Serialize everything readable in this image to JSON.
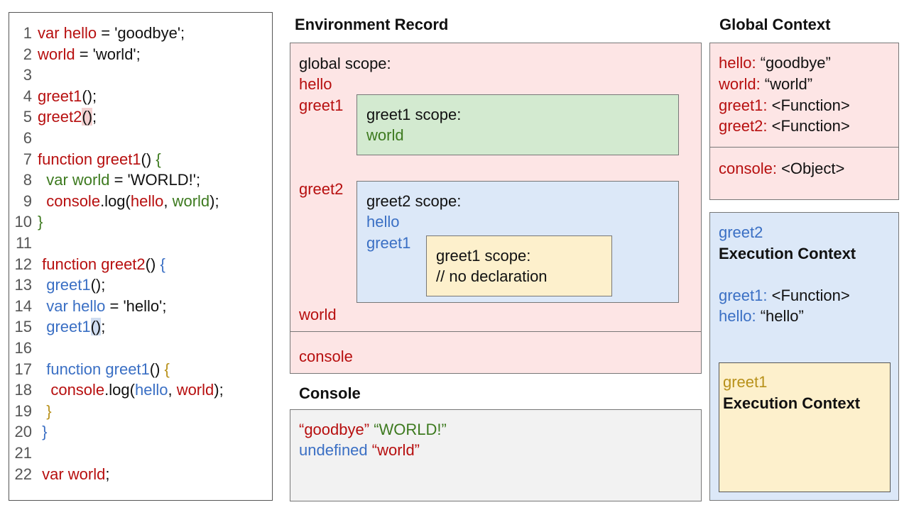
{
  "code": {
    "lines": [
      {
        "n": "1",
        "tokens": [
          {
            "t": "var hello",
            "c": "red"
          },
          {
            "t": " = 'goodbye';",
            "c": "blk"
          }
        ]
      },
      {
        "n": "2",
        "tokens": [
          {
            "t": "world",
            "c": "red"
          },
          {
            "t": " = 'world';",
            "c": "blk"
          }
        ]
      },
      {
        "n": "3",
        "tokens": []
      },
      {
        "n": "4",
        "tokens": [
          {
            "t": "greet1",
            "c": "red"
          },
          {
            "t": "();",
            "c": "blk"
          }
        ]
      },
      {
        "n": "5",
        "tokens": [
          {
            "t": "greet2",
            "c": "red"
          },
          {
            "t": "()",
            "c": "blk",
            "hl": "red"
          },
          {
            "t": ";",
            "c": "blk"
          }
        ]
      },
      {
        "n": "6",
        "tokens": []
      },
      {
        "n": "7",
        "tokens": [
          {
            "t": "function greet1",
            "c": "red"
          },
          {
            "t": "() ",
            "c": "blk"
          },
          {
            "t": "{",
            "c": "green"
          }
        ]
      },
      {
        "n": "8",
        "tokens": [
          {
            "t": "  var world",
            "c": "green"
          },
          {
            "t": " = 'WORLD!';",
            "c": "blk"
          }
        ]
      },
      {
        "n": "9",
        "tokens": [
          {
            "t": "  console",
            "c": "red"
          },
          {
            "t": ".log(",
            "c": "blk"
          },
          {
            "t": "hello",
            "c": "red"
          },
          {
            "t": ", ",
            "c": "blk"
          },
          {
            "t": "world",
            "c": "green"
          },
          {
            "t": ");",
            "c": "blk"
          }
        ]
      },
      {
        "n": "10",
        "tokens": [
          {
            "t": "}",
            "c": "green"
          }
        ]
      },
      {
        "n": "11",
        "tokens": []
      },
      {
        "n": "12",
        "tokens": [
          {
            "t": " function greet2",
            "c": "red"
          },
          {
            "t": "() ",
            "c": "blk"
          },
          {
            "t": "{",
            "c": "blue"
          }
        ]
      },
      {
        "n": "13",
        "tokens": [
          {
            "t": "  greet1",
            "c": "blue"
          },
          {
            "t": "();",
            "c": "blk"
          }
        ]
      },
      {
        "n": "14",
        "tokens": [
          {
            "t": "  var hello",
            "c": "blue"
          },
          {
            "t": " = 'hello';",
            "c": "blk"
          }
        ]
      },
      {
        "n": "15",
        "tokens": [
          {
            "t": "  greet1",
            "c": "blue"
          },
          {
            "t": "()",
            "c": "blk",
            "hl": "blue"
          },
          {
            "t": ";",
            "c": "blk"
          }
        ]
      },
      {
        "n": "16",
        "tokens": []
      },
      {
        "n": "17",
        "tokens": [
          {
            "t": "  function greet1",
            "c": "blue"
          },
          {
            "t": "() ",
            "c": "blk"
          },
          {
            "t": "{",
            "c": "gold"
          }
        ]
      },
      {
        "n": "18",
        "tokens": [
          {
            "t": "   console",
            "c": "red"
          },
          {
            "t": ".log(",
            "c": "blk"
          },
          {
            "t": "hello",
            "c": "blue"
          },
          {
            "t": ", ",
            "c": "blk"
          },
          {
            "t": "world",
            "c": "red"
          },
          {
            "t": ");",
            "c": "blk"
          }
        ]
      },
      {
        "n": "19",
        "tokens": [
          {
            "t": "  }",
            "c": "gold"
          }
        ]
      },
      {
        "n": "20",
        "tokens": [
          {
            "t": " }",
            "c": "blue"
          }
        ]
      },
      {
        "n": "21",
        "tokens": []
      },
      {
        "n": "22",
        "tokens": [
          {
            "t": " var world",
            "c": "red"
          },
          {
            "t": ";",
            "c": "blk"
          }
        ]
      }
    ]
  },
  "env": {
    "title": "Environment Record",
    "global_label": "global scope:",
    "hello": "hello",
    "greet1": "greet1",
    "greet2": "greet2",
    "world": "world",
    "console": "console",
    "greet1_scope": {
      "label": "greet1 scope:",
      "world": "world"
    },
    "greet2_scope": {
      "label": "greet2 scope:",
      "hello": "hello",
      "greet1": "greet1"
    },
    "inner_greet1_scope": {
      "label": "greet1 scope:",
      "note": "// no declaration"
    }
  },
  "console_panel": {
    "title": "Console",
    "line1": {
      "a": "“goodbye”",
      "b": "“WORLD!”"
    },
    "line2": {
      "a": "undefined",
      "b": "“world”"
    }
  },
  "global_ctx": {
    "title": "Global Context",
    "rows": [
      {
        "k": "hello:",
        "v": " “goodbye”"
      },
      {
        "k": "world:",
        "v": " “world”"
      },
      {
        "k": "greet1:",
        "v": " <Function>"
      },
      {
        "k": "greet2:",
        "v": " <Function>"
      }
    ],
    "console_row": {
      "k": "console:",
      "v": " <Object>"
    }
  },
  "greet2_ctx": {
    "name": "greet2",
    "label": "Execution Context",
    "rows": [
      {
        "k": "greet1:",
        "v": " <Function>"
      },
      {
        "k": "hello:",
        "v": " “hello”"
      }
    ]
  },
  "greet1_ctx": {
    "name": "greet1",
    "label": "Execution Context"
  },
  "colors": {
    "red": "#b70f0f",
    "green": "#3d7a1f",
    "blue": "#3a6fc4",
    "gold": "#b8911a",
    "pink_bg": "#fde5e5",
    "green_bg": "#d3ead0",
    "blue_bg": "#dce8f8",
    "yellow_bg": "#fdf0cc",
    "gray_bg": "#f2f2f2"
  }
}
